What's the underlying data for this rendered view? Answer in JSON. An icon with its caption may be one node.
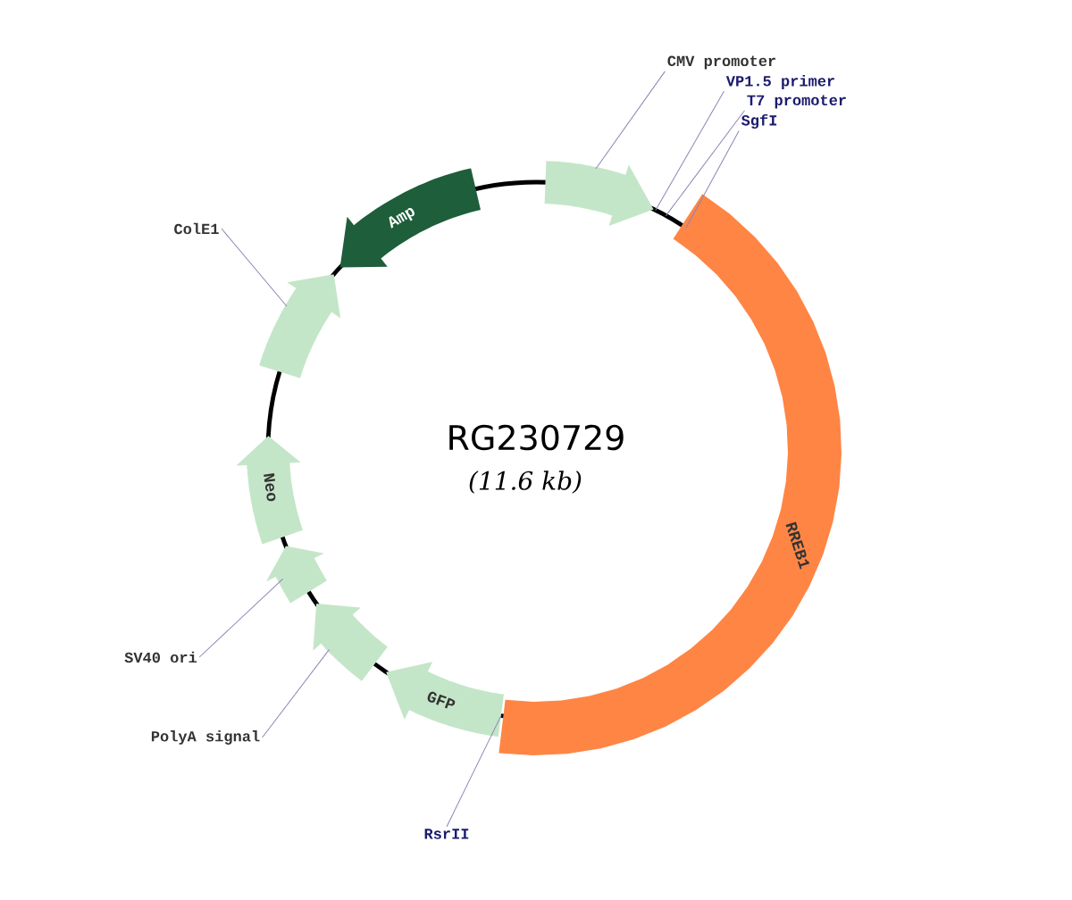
{
  "diagram": {
    "title": "RG230729",
    "nodes": [
      {
        "text": [
          "CMV promoter"
        ]
      },
      {
        "text": [
          "VP1.5 primer"
        ]
      },
      {
        "text": [
          "T7 promoter"
        ]
      },
      {
        "text": [
          "SgfI"
        ]
      },
      {
        "text": [],
        "shape": "arrow"
      },
      {
        "text": [
          "RREB1"
        ]
      },
      {
        "text": [
          "GFP"
        ]
      },
      {
        "text": [],
        "shape": "arrow"
      },
      {
        "text": [
          "PolyA signal"
        ]
      },
      {
        "text": [],
        "shape": "arrow"
      },
      {
        "text": [
          "SV40 ori"
        ]
      },
      {
        "text": [
          "Neo"
        ]
      },
      {
        "text": [],
        "shape": "arrow"
      },
      {
        "text": [
          "ColE1"
        ]
      },
      {
        "text": [
          "Amp"
        ]
      },
      {
        "text": [
          "RsrII"
        ]
      }
    ],
    "edges": [
      {
        "from": 0,
        "to": 4,
        "arrow": "none"
      },
      {
        "from": 1,
        "to": 4,
        "arrow": "none"
      },
      {
        "from": 2,
        "to": 4,
        "arrow": "none"
      },
      {
        "from": 3,
        "to": 5,
        "arrow": "none"
      },
      {
        "from": 13,
        "to": 12,
        "arrow": "none"
      },
      {
        "from": 10,
        "to": 9,
        "arrow": "none"
      },
      {
        "from": 8,
        "to": 7,
        "arrow": "none"
      },
      {
        "from": 15,
        "to": 6,
        "arrow": "none"
      }
    ],
    "labels": [
      "(11.6 kb)"
    ]
  }
}
